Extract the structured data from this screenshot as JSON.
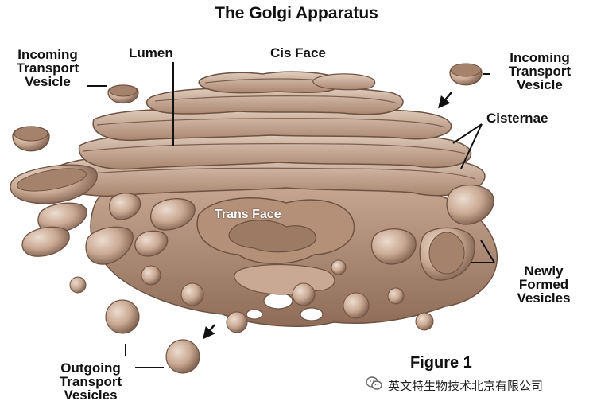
{
  "diagram": {
    "title": "The Golgi Apparatus",
    "labels": {
      "incoming_left": [
        "Incoming",
        "Transport",
        "Vesicle"
      ],
      "lumen": "Lumen",
      "cis_face": "Cis Face",
      "incoming_right": [
        "Incoming",
        "Transport",
        "Vesicle"
      ],
      "cisternae": "Cisternae",
      "trans_face": "Trans Face",
      "newly_formed": [
        "Newly",
        "Formed",
        "Vesicles"
      ],
      "outgoing": [
        "Outgoing",
        "Transport",
        "Vesicles"
      ],
      "figure": "Figure 1"
    },
    "watermark": "英文特生物技术北京有限公司",
    "colors": {
      "membrane": "#c9a993",
      "membrane_dark": "#8a6a58",
      "membrane_light": "#e6d2c2",
      "background": "#ffffff"
    },
    "icons": [
      "arrow-icon",
      "wechat-icon"
    ]
  }
}
